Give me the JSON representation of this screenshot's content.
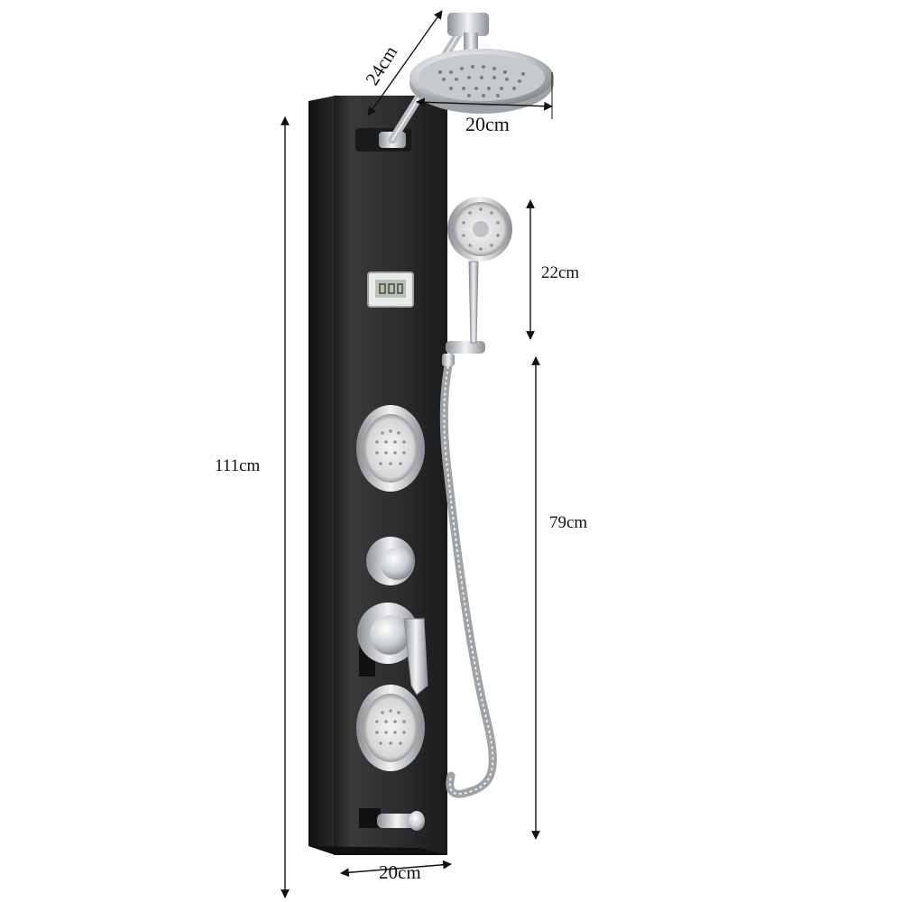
{
  "dimensions": {
    "arm_length": "24cm",
    "head_diameter": "20cm",
    "handheld_length": "22cm",
    "panel_height": "111cm",
    "hose_length": "79cm",
    "panel_width": "20cm"
  },
  "colors": {
    "panel": "#2a2a2a",
    "chrome": "#d9dbde",
    "dimension_line": "#111111"
  }
}
